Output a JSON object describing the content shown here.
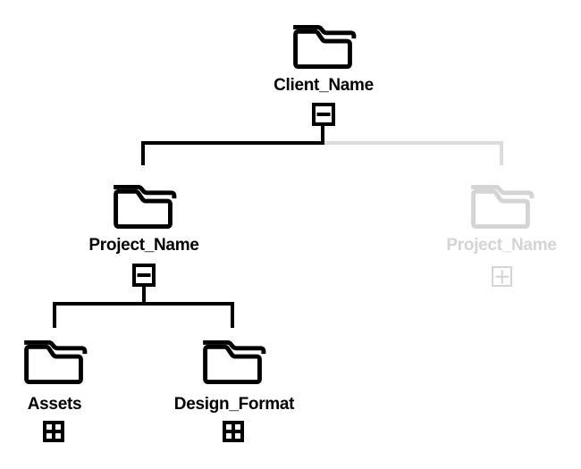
{
  "diagram": {
    "title": "folder-structure-tree",
    "colors": {
      "active": "#000000",
      "inactive": "#d4d4d4",
      "inactive_line": "#dcdcdc",
      "background": "#ffffff"
    },
    "nodes": [
      {
        "id": "client",
        "label": "Client_Name",
        "level": 0,
        "toggle": "collapse",
        "active": true
      },
      {
        "id": "project-left",
        "label": "Project_Name",
        "level": 1,
        "toggle": "collapse",
        "active": true
      },
      {
        "id": "project-right",
        "label": "Project_Name",
        "level": 1,
        "toggle": "expand",
        "active": false
      },
      {
        "id": "assets",
        "label": "Assets",
        "level": 2,
        "toggle": "expand",
        "active": true
      },
      {
        "id": "design-format",
        "label": "Design_Format",
        "level": 2,
        "toggle": "expand",
        "active": true
      }
    ],
    "edges": [
      {
        "from": "client",
        "to": "project-left",
        "active": true
      },
      {
        "from": "client",
        "to": "project-right",
        "active": false
      },
      {
        "from": "project-left",
        "to": "assets",
        "active": true
      },
      {
        "from": "project-left",
        "to": "design-format",
        "active": true
      }
    ]
  }
}
